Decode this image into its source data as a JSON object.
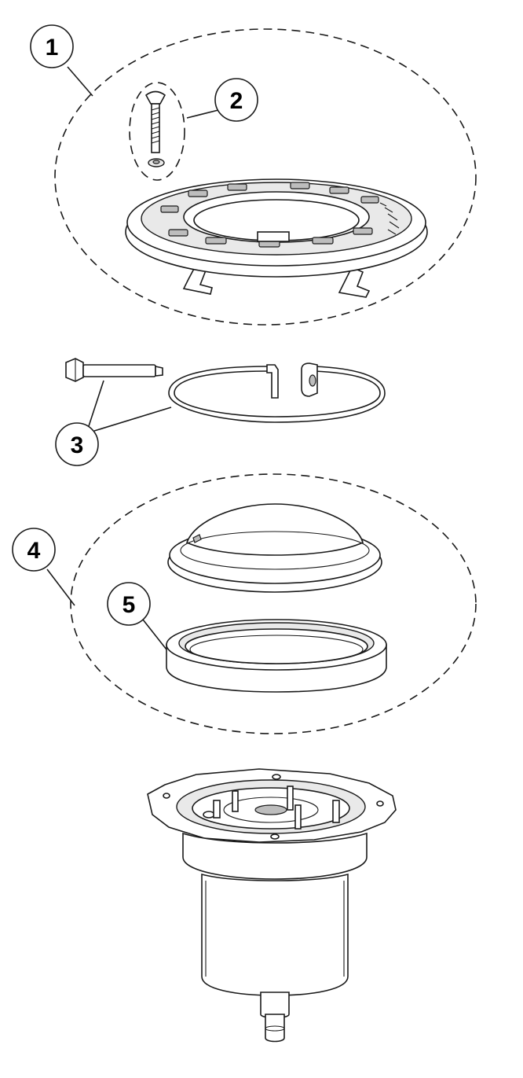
{
  "callouts": {
    "c1": "1",
    "c2": "2",
    "c3": "3",
    "c4": "4",
    "c5": "5"
  },
  "colors": {
    "line": "#1a1a1a",
    "background": "#ffffff",
    "shade": "#e9e9e9"
  }
}
